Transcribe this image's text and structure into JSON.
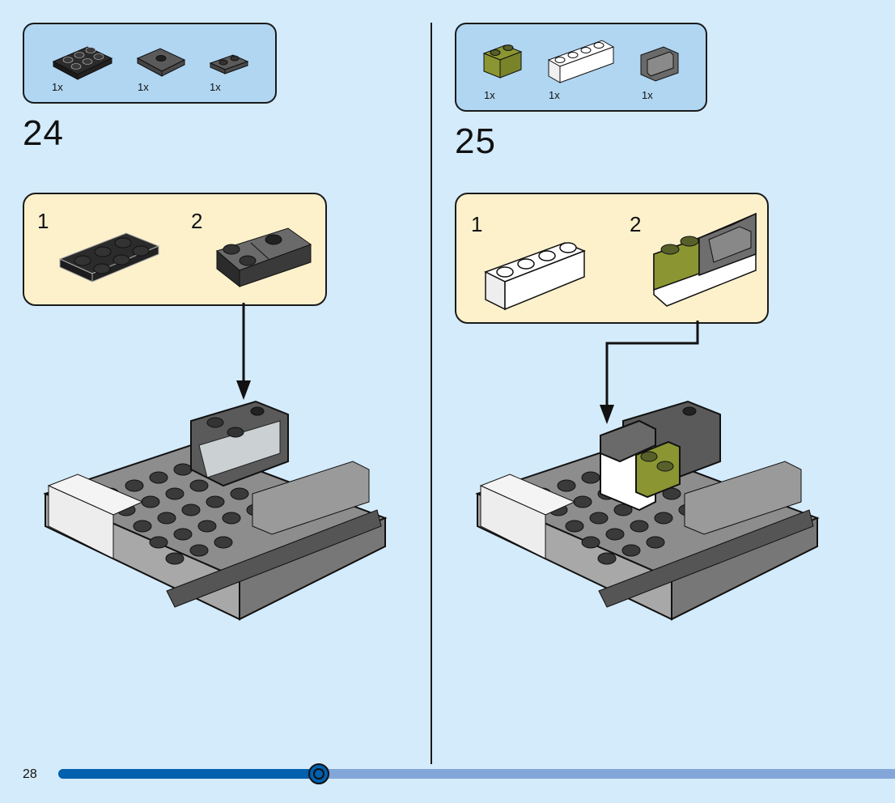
{
  "page": {
    "number": "28",
    "progress_percent": 31
  },
  "steps": [
    {
      "number": "24",
      "parts": [
        {
          "name": "black-plate-2x3",
          "qty": "1x",
          "color": "#2b2b2b"
        },
        {
          "name": "dark-gray-jumper-plate-2x2",
          "qty": "1x",
          "color": "#5a5a5a"
        },
        {
          "name": "dark-gray-plate-1x2",
          "qty": "1x",
          "color": "#5a5a5a"
        }
      ],
      "subassembly": [
        {
          "label": "1"
        },
        {
          "label": "2"
        }
      ]
    },
    {
      "number": "25",
      "parts": [
        {
          "name": "olive-brick-1x2",
          "qty": "1x",
          "color": "#8b9632"
        },
        {
          "name": "white-brick-1x4",
          "qty": "1x",
          "color": "#ffffff"
        },
        {
          "name": "dark-gray-bench-seat",
          "qty": "1x",
          "color": "#6a6a6a"
        }
      ],
      "subassembly": [
        {
          "label": "1"
        },
        {
          "label": "2"
        }
      ]
    }
  ],
  "colors": {
    "background": "#d4ebfb",
    "parts_box": "#b0d6f2",
    "sub_box": "#fdf1cc",
    "progress_fill": "#0060ae",
    "progress_track": "#82a6d8"
  }
}
